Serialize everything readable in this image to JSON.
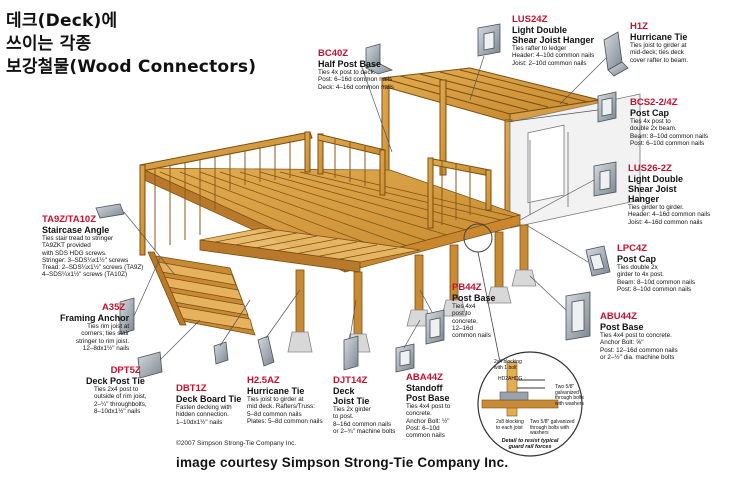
{
  "title": {
    "line1": "데크(Deck)에",
    "line2": "쓰이는 각종",
    "line3": "보강철물(Wood Connectors)"
  },
  "callouts": {
    "bc40z": {
      "code": "BC40Z",
      "name": "Half Post Base",
      "desc": "Ties 4x post to deck.\nPost: 6–16d common nails\nDeck: 4–16d common nails"
    },
    "lus24z": {
      "code": "LUS24Z",
      "name": "Light Double\nShear Joist Hanger",
      "desc": "Ties rafter to ledger\nHeader: 4–10d common nails\nJoist: 2–10d common nails"
    },
    "h1z": {
      "code": "H1Z",
      "name": "Hurricane Tie",
      "desc": "Ties joist to girder at\nmid-deck; ties deck\ncover rafter to beam."
    },
    "bcs224z": {
      "code": "BCS2-2/4Z",
      "name": "Post Cap",
      "desc": "Ties 4x post to\ndouble 2x beam.\nBeam: 8–10d common nails\nPost: 6–10d common nails"
    },
    "lus262z": {
      "code": "LUS26-2Z",
      "name": "Light Double\nShear Joist\nHanger",
      "desc": "Ties girder to girder.\nHeader: 4–16d common nails\nJoist: 4–16d common nails"
    },
    "ta9z": {
      "code": "TA9Z/TA10Z",
      "name": "Staircase Angle",
      "desc": "Ties stair tread to stringer\nTA9ZKT provided\nwith SDS HDG screws.\nStringer: 3–SDS¼x1½\" screws\nTread: 2–SDS¼x1½\" screws (TA9Z)\n4–SDS¼x1½\" screws (TA10Z)"
    },
    "lpc4z": {
      "code": "LPC4Z",
      "name": "Post Cap",
      "desc": "Ties double 2x\ngirder to 4x post.\nBeam: 8–10d common nails\nPost: 8–10d common nails"
    },
    "a35z": {
      "code": "A35Z",
      "name": "Framing Anchor",
      "desc": "Ties rim joist at\ncorners; ties stair\nstringer to rim joist.\n12–8dx1½\" nails"
    },
    "pb44z": {
      "code": "PB44Z",
      "name": "Post Base",
      "desc": "Ties 4x4\npost to\nconcrete.\n12–16d\ncommon nails"
    },
    "abu44z": {
      "code": "ABU44Z",
      "name": "Post Base",
      "desc": "Ties 4x4 post to concrete.\nAnchor Bolt: ⅝\"\nPost: 12–16d common nails\nor 2–½\" dia. machine bolts"
    },
    "dpt5z": {
      "code": "DPT5Z",
      "name": "Deck Post Tie",
      "desc": "Ties 2x4 post to\noutside of rim joist,\n2–¼\" throughbolts,\n8–10dx1½\" nails"
    },
    "dbt1z": {
      "code": "DBT1Z",
      "name": "Deck Board Tie",
      "desc": "Fasten decking with\nhidden connection.\n1–10dx1½\" nails"
    },
    "h25az": {
      "code": "H2.5AZ",
      "name": "Hurricane Tie",
      "desc": "Ties joist to girder at\nmid deck. Rafters/Truss:\n5–8d common nails\nPlates: 5–8d common nails"
    },
    "djt14z": {
      "code": "DJT14Z",
      "name": "Deck\nJoist Tie",
      "desc": "Ties 2x girder\nto post.\n8–16d common nails\nor 2–¾\" machine bolts"
    },
    "aba44z": {
      "code": "ABA44Z",
      "name": "Standoff\nPost Base",
      "desc": "Ties 4x4 post to\nconcrete.\nAnchor Bolt: ½\"\nPost: 6–10d\ncommon nails"
    }
  },
  "detail": {
    "label_top": "2x4 blocking\nwith 1 bolt",
    "label_part": "HD2AHDG",
    "label_bolt1": "Two 5/8\"\ngalvanized\nthrough bolts\nwith washers",
    "label_bolt2": "Two 5/8\" galvanized\nthrough bolts with\nwashers",
    "label_band": "2x8 blocking\nto each joist",
    "caption": "Detail to resist typical\nguard rail forces"
  },
  "footer": {
    "copyright": "©2007 Simpson Strong-Tie Company Inc.",
    "courtesy": "image courtesy Simpson Strong-Tie Company Inc."
  },
  "colors": {
    "code_red": "#c8102e",
    "wood": "#d49a3a",
    "wood_dark": "#8a5a1a",
    "steel": "#9aa3ad",
    "leader": "#555555"
  }
}
